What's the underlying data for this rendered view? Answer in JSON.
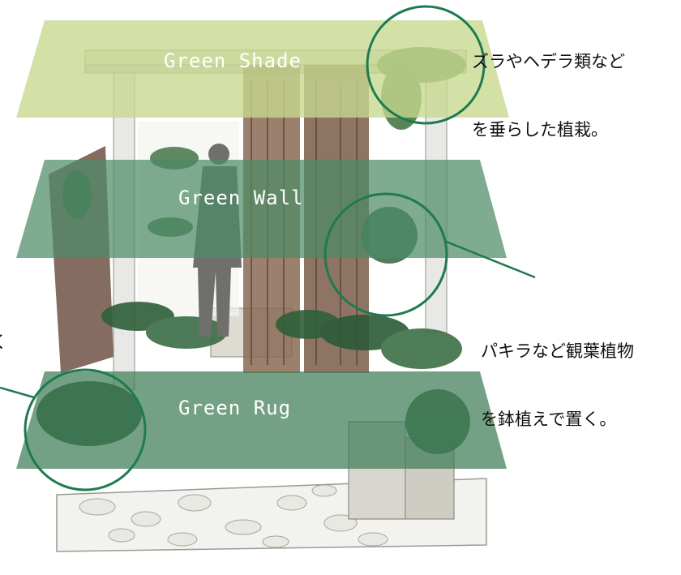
{
  "layers": {
    "shade": {
      "label": "Green Shade",
      "color": "#c6d88e"
    },
    "wall": {
      "label": "Green Wall",
      "color": "#4d8a66"
    },
    "rug": {
      "label": "Green Rug",
      "color": "#3f7d56"
    }
  },
  "callouts": {
    "top_right": {
      "line1": "ズラやヘデラ類など",
      "line2": "を垂らした植栽。"
    },
    "right": {
      "line1": "パキラなど観葉植物",
      "line2": "を鉢植えで置く。"
    },
    "left_partial": {
      "line1": "く",
      "line2": "。"
    }
  },
  "colors": {
    "circle": "#1f7a4f",
    "leader": "#1f7a4f"
  }
}
